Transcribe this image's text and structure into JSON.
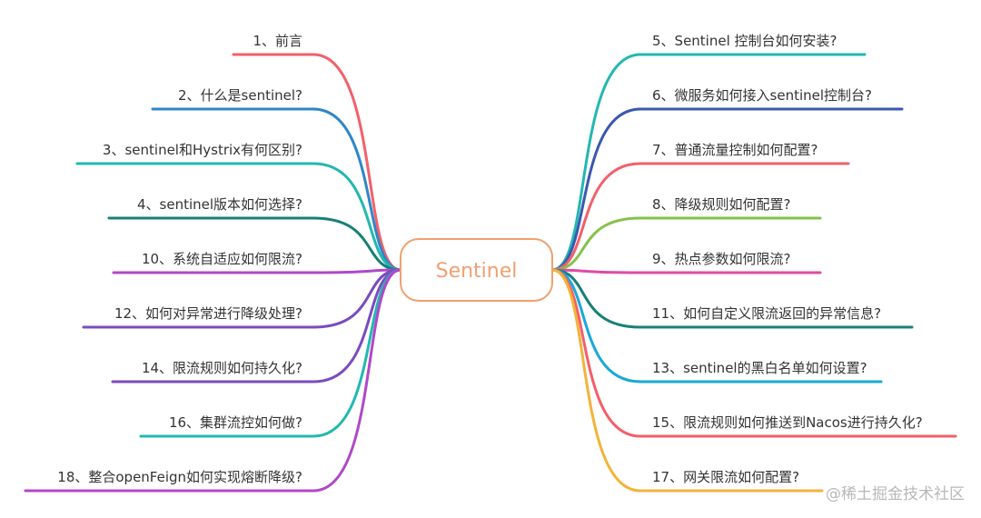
{
  "center": {
    "label": "Sentinel",
    "text_color": "#f0a070",
    "border_color": "#f0a070"
  },
  "left_topics": [
    {
      "label": "1、前言",
      "color": "#f2606a"
    },
    {
      "label": "2、什么是sentinel?",
      "color": "#2e86c8"
    },
    {
      "label": "3、sentinel和Hystrix有何区别?",
      "color": "#22b8b0"
    },
    {
      "label": "4、sentinel版本如何选择?",
      "color": "#178077"
    },
    {
      "label": "10、系统自适应如何限流?",
      "color": "#b048c8"
    },
    {
      "label": "12、如何对异常进行降级处理?",
      "color": "#7a4bbf"
    },
    {
      "label": "14、限流规则如何持久化?",
      "color": "#7a4bbf"
    },
    {
      "label": "16、集群流控如何做?",
      "color": "#22b8b0"
    },
    {
      "label": "18、整合openFeign如何实现熔断降级?",
      "color": "#b048c8"
    }
  ],
  "right_topics": [
    {
      "label": "5、Sentinel 控制台如何安装?",
      "color": "#22b8b0"
    },
    {
      "label": "6、微服务如何接入sentinel控制台?",
      "color": "#3b57b0"
    },
    {
      "label": "7、普通流量控制如何配置?",
      "color": "#f2606a"
    },
    {
      "label": "8、降级规则如何配置?",
      "color": "#86c24a"
    },
    {
      "label": "9、热点参数如何限流?",
      "color": "#e04aa8"
    },
    {
      "label": "11、如何自定义限流返回的异常信息?",
      "color": "#178077"
    },
    {
      "label": "13、sentinel的黑白名单如何设置?",
      "color": "#1aa9d8"
    },
    {
      "label": "15、限流规则如何推送到Nacos进行持久化?",
      "color": "#f2606a"
    },
    {
      "label": "17、网关限流如何配置?",
      "color": "#f3b33a"
    }
  ],
  "watermark": "@稀土掘金技术社区"
}
